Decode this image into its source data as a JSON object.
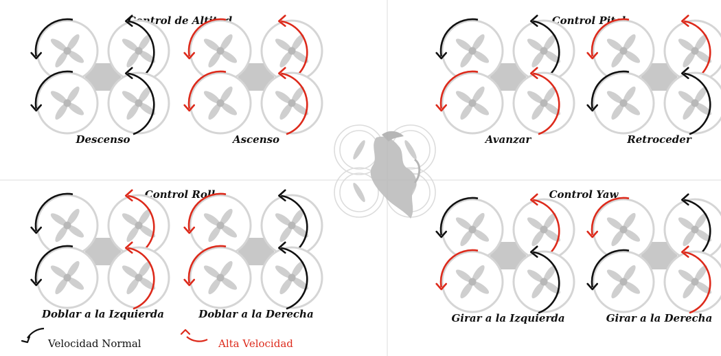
{
  "colors": {
    "normal": "#111111",
    "high": "#dd2a1b",
    "ring": "#d5d5d5",
    "body": "#c8c8c8",
    "divider": "#e9e9e9"
  },
  "sections": [
    {
      "title": "Control de Altitud",
      "quads": [
        {
          "caption": "Descenso",
          "rotors": [
            {
              "arc": "normal",
              "arrow": "left"
            },
            {
              "arc": "normal",
              "arrow": "right"
            },
            {
              "arc": "normal",
              "arrow": "left"
            },
            {
              "arc": "normal",
              "arrow": "right"
            }
          ]
        },
        {
          "caption": "Ascenso",
          "rotors": [
            {
              "arc": "high",
              "arrow": "left"
            },
            {
              "arc": "high",
              "arrow": "right"
            },
            {
              "arc": "high",
              "arrow": "left"
            },
            {
              "arc": "high",
              "arrow": "right"
            }
          ]
        }
      ]
    },
    {
      "title": "Control Pitch",
      "quads": [
        {
          "caption": "Avanzar",
          "rotors": [
            {
              "arc": "normal",
              "arrow": "left"
            },
            {
              "arc": "normal",
              "arrow": "right"
            },
            {
              "arc": "high",
              "arrow": "left"
            },
            {
              "arc": "high",
              "arrow": "right"
            }
          ]
        },
        {
          "caption": "Retroceder",
          "rotors": [
            {
              "arc": "high",
              "arrow": "left"
            },
            {
              "arc": "high",
              "arrow": "right"
            },
            {
              "arc": "normal",
              "arrow": "left"
            },
            {
              "arc": "normal",
              "arrow": "right"
            }
          ]
        }
      ]
    },
    {
      "title": "Control Roll",
      "quads": [
        {
          "caption": "Doblar a la Izquierda",
          "rotors": [
            {
              "arc": "normal",
              "arrow": "left"
            },
            {
              "arc": "high",
              "arrow": "right"
            },
            {
              "arc": "normal",
              "arrow": "left"
            },
            {
              "arc": "high",
              "arrow": "right"
            }
          ]
        },
        {
          "caption": "Doblar a la Derecha",
          "rotors": [
            {
              "arc": "high",
              "arrow": "left"
            },
            {
              "arc": "normal",
              "arrow": "right"
            },
            {
              "arc": "high",
              "arrow": "left"
            },
            {
              "arc": "normal",
              "arrow": "right"
            }
          ]
        }
      ]
    },
    {
      "title": "Control Yaw",
      "quads": [
        {
          "caption": "Girar a la Izquierda",
          "rotors": [
            {
              "arc": "normal",
              "arrow": "left"
            },
            {
              "arc": "high",
              "arrow": "right"
            },
            {
              "arc": "high",
              "arrow": "left"
            },
            {
              "arc": "normal",
              "arrow": "right"
            }
          ]
        },
        {
          "caption": "Girar a la Derecha",
          "rotors": [
            {
              "arc": "high",
              "arrow": "left"
            },
            {
              "arc": "normal",
              "arrow": "right"
            },
            {
              "arc": "normal",
              "arrow": "left"
            },
            {
              "arc": "high",
              "arrow": "right"
            }
          ]
        }
      ]
    }
  ],
  "legend": {
    "normal_label": "Velocidad Normal",
    "high_label": "Alta Velocidad"
  },
  "center_logo": {
    "icon": "quadcopter-dragon-logo"
  }
}
